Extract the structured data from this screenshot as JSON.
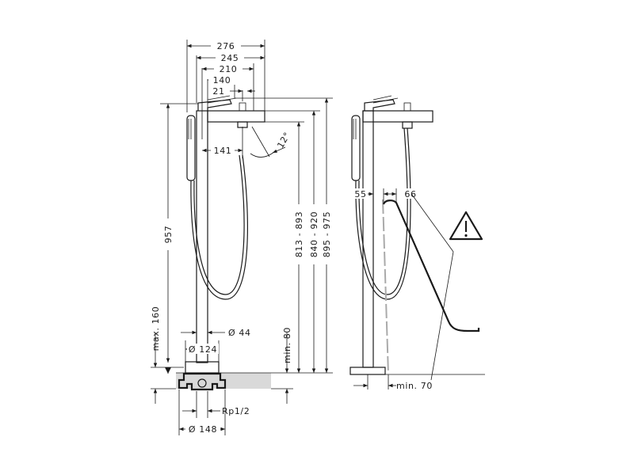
{
  "dimensions": {
    "width_276": "276",
    "width_245": "245",
    "width_210": "210",
    "width_140": "140",
    "width_21": "21",
    "reach_141": "141",
    "angle_12": "12°",
    "height_957": "957",
    "height_813_893": "813 - 893",
    "height_840_920": "840 - 920",
    "height_895_975": "895 - 975",
    "max_160": "max. 160",
    "min_80": "min. 80",
    "dia_44": "Ø 44",
    "dia_124": "Ø 124",
    "dia_148": "Ø 148",
    "thread": "Rp1/2",
    "side_55": "55",
    "side_66": "66",
    "min_70": "min. 70"
  },
  "warning_icon": "warning-triangle-icon"
}
